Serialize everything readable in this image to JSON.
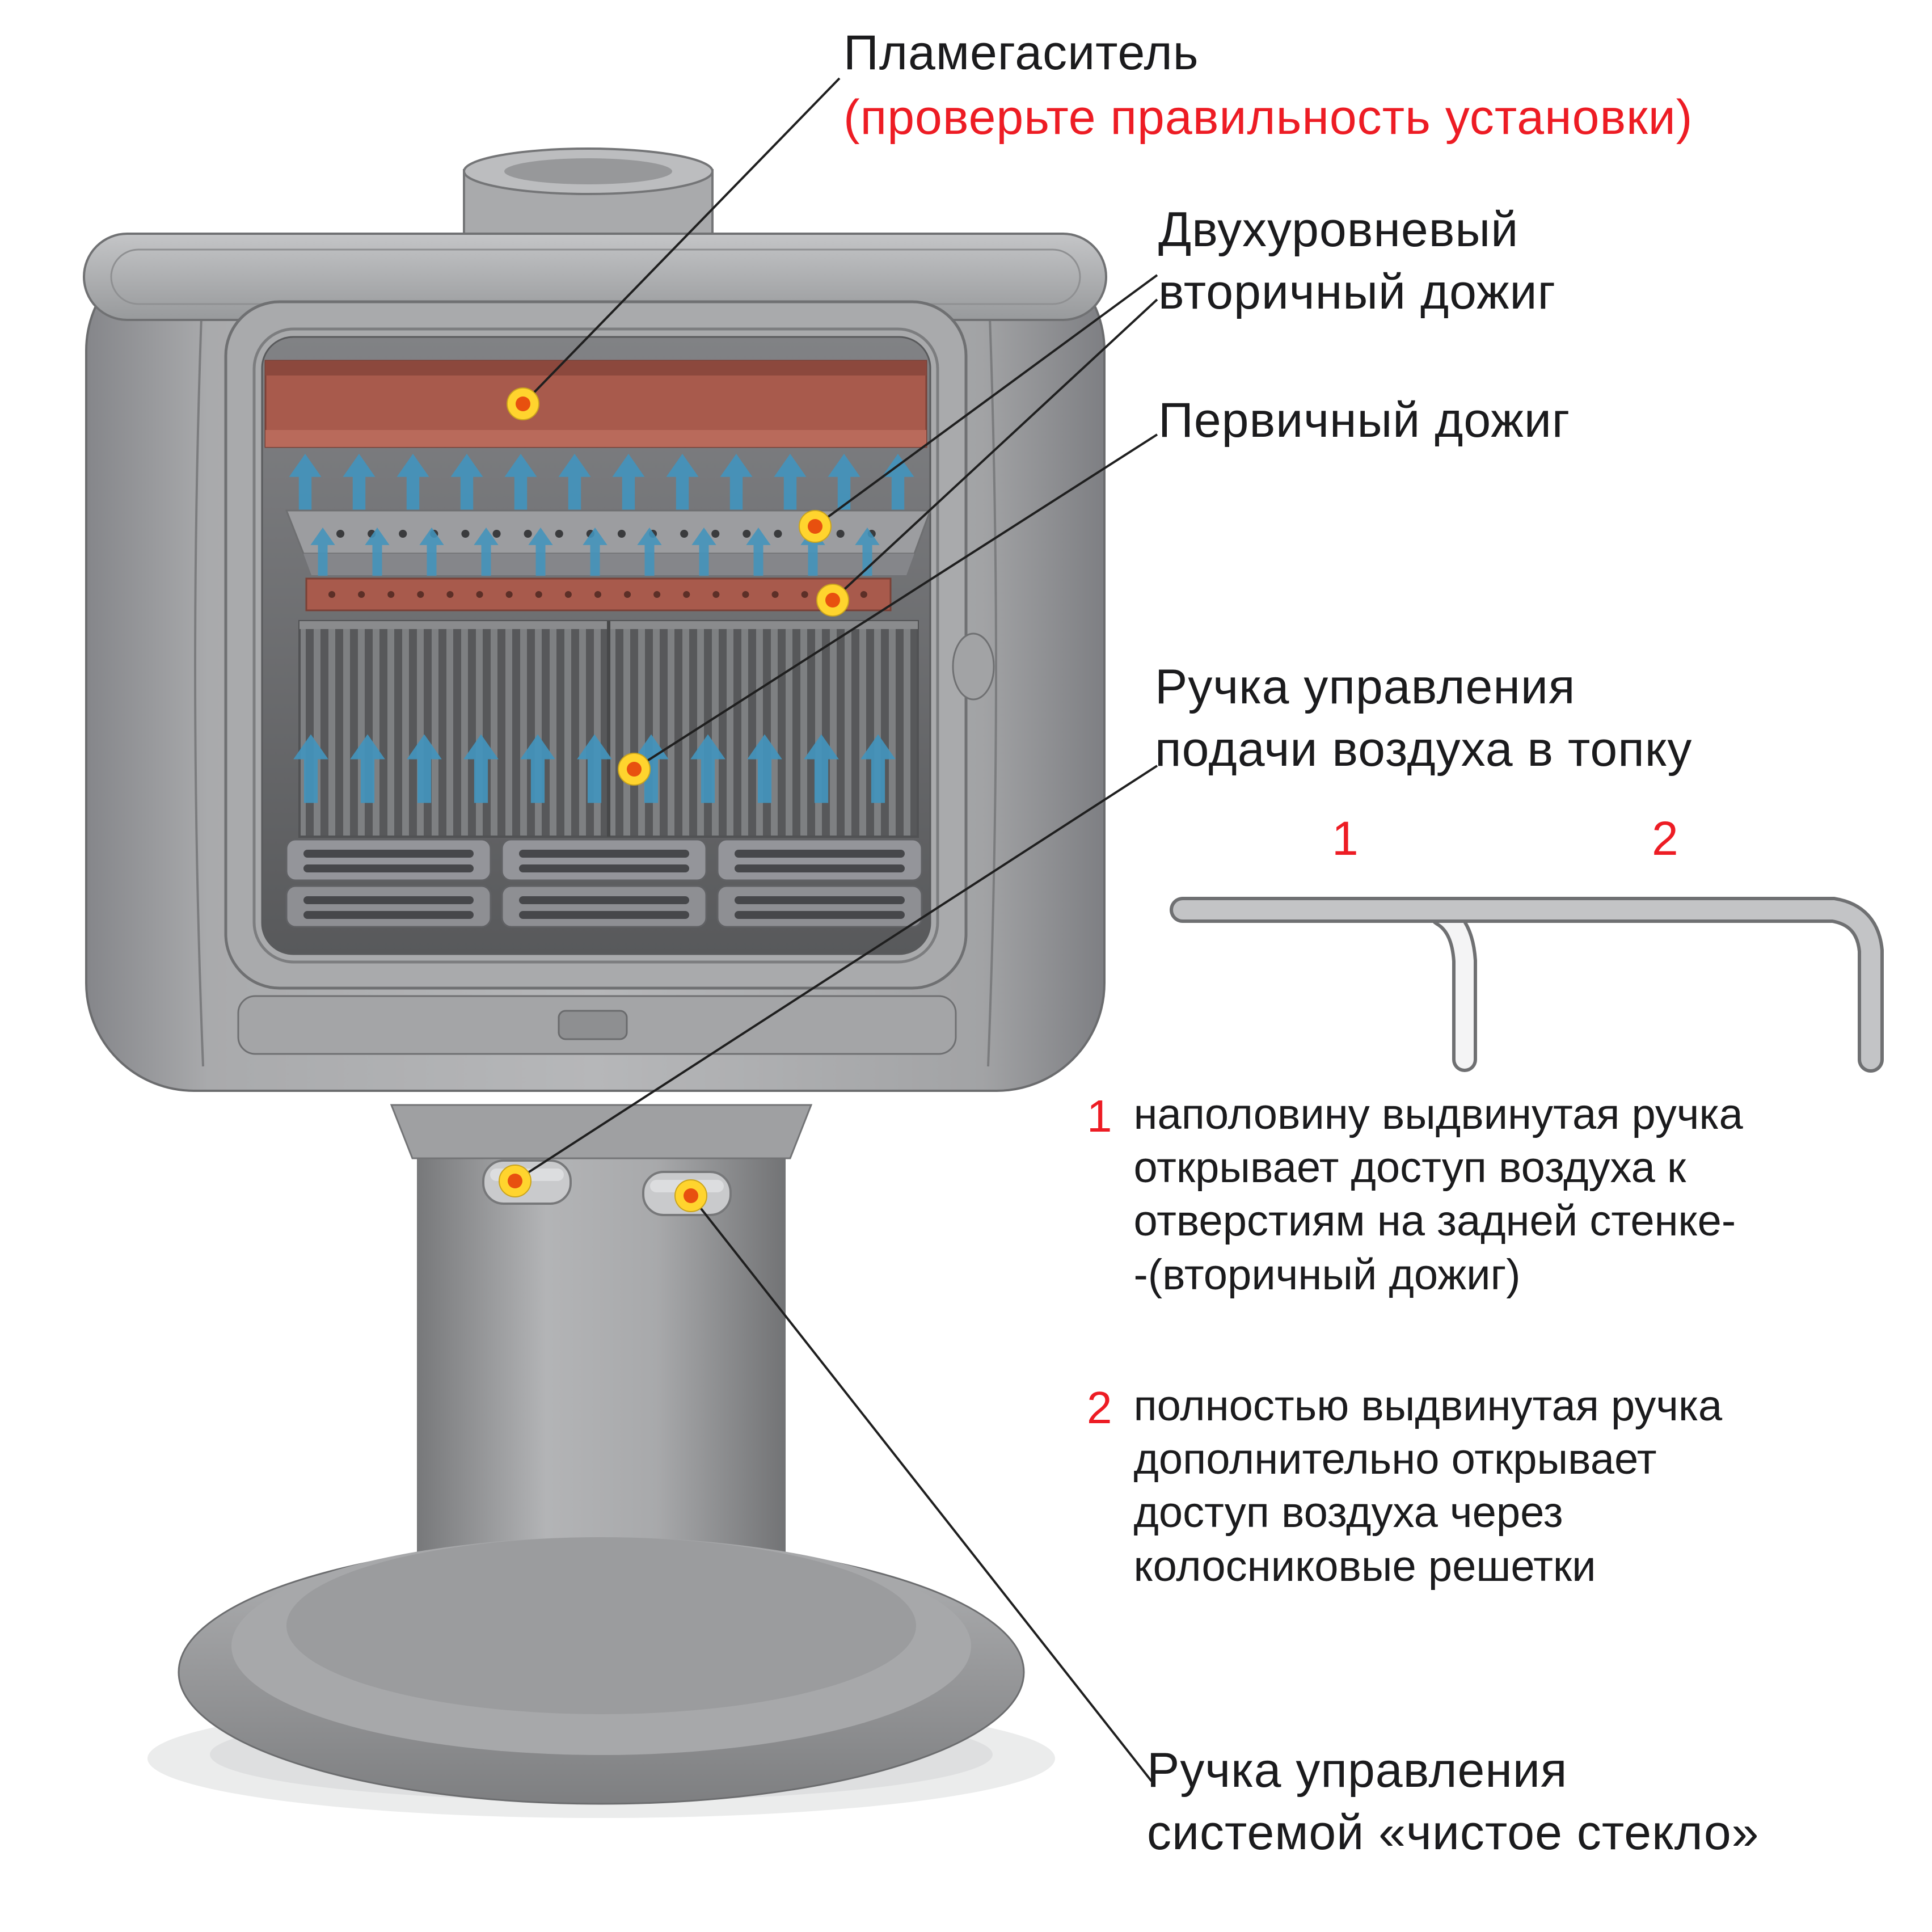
{
  "colors": {
    "accent_red": "#ed1c24",
    "text_black": "#1b1b1d",
    "marker_yellow": "#ffd42e",
    "marker_orange": "#e8500f",
    "arrow_blue": "#4394bd",
    "plate_red": "#a85a4c"
  },
  "annotations": {
    "flame_arrester": {
      "title": "Пламегаситель",
      "warning": "(проверьте правильность установки)"
    },
    "secondary_afterburn": {
      "line1": "Двухуровневый",
      "line2": "вторичный дожиг"
    },
    "primary_afterburn": {
      "label": "Первичный дожиг"
    },
    "air_handle": {
      "line1": "Ручка управления",
      "line2": "подачи воздуха в топку"
    },
    "handle_positions": {
      "pos1": "1",
      "pos2": "2"
    },
    "note1": {
      "num": "1",
      "line1": "наполовину выдвинутая ручка",
      "line2": "открывает доступ воздуха к",
      "line3": "отверстиям на задней стенке-",
      "line4": "-(вторичный дожиг)"
    },
    "note2": {
      "num": "2",
      "line1": "полностью выдвинутая ручка",
      "line2": "дополнительно открывает",
      "line3": "доступ воздуха через",
      "line4": "колосниковые решетки"
    },
    "clean_glass": {
      "line1": "Ручка управления",
      "line2": "системой «чистое стекло»"
    }
  }
}
